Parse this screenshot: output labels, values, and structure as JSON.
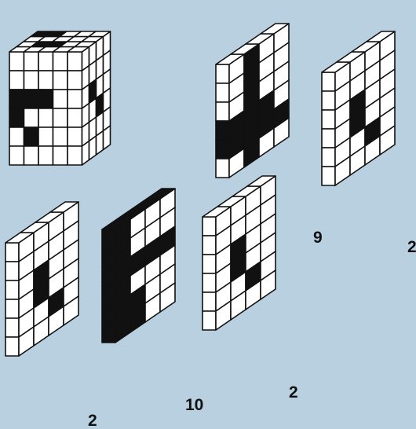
{
  "colors": {
    "background": "#b8d0e0",
    "cube_face": "#ffffff",
    "filled_face": "#111111",
    "edge": "#111111"
  },
  "figures": [
    {
      "name": "large-block",
      "cols": 5,
      "rows": 6,
      "depth": 4,
      "label": "",
      "front_fill": [
        [
          2,
          0
        ],
        [
          2,
          1
        ],
        [
          2,
          2
        ],
        [
          3,
          0
        ],
        [
          4,
          1
        ]
      ],
      "side_fill": [
        [
          2,
          1
        ],
        [
          3,
          2
        ]
      ],
      "top_fill": [
        [
          1,
          1
        ],
        [
          1,
          2
        ],
        [
          3,
          0
        ],
        [
          3,
          1
        ]
      ]
    },
    {
      "name": "slab-cross",
      "cols": 1,
      "rows": 6,
      "depth": 4,
      "label": "9",
      "front_fill": [
        [
          3,
          0
        ],
        [
          4,
          0
        ]
      ],
      "side_fill": [
        [
          0,
          1
        ],
        [
          1,
          1
        ],
        [
          2,
          1
        ],
        [
          3,
          1
        ],
        [
          4,
          1
        ],
        [
          5,
          1
        ],
        [
          3,
          0
        ],
        [
          4,
          0
        ],
        [
          3,
          2
        ],
        [
          4,
          2
        ],
        [
          4,
          3
        ]
      ],
      "top_fill": []
    },
    {
      "name": "slab-top-right",
      "cols": 1,
      "rows": 6,
      "depth": 4,
      "label": "2",
      "front_fill": [],
      "side_fill": [
        [
          2,
          1
        ],
        [
          3,
          1
        ],
        [
          4,
          2
        ]
      ],
      "top_fill": []
    },
    {
      "name": "slab-bottom-left",
      "cols": 1,
      "rows": 6,
      "depth": 4,
      "label": "2",
      "front_fill": [],
      "side_fill": [
        [
          2,
          1
        ],
        [
          3,
          1
        ],
        [
          4,
          2
        ]
      ],
      "top_fill": []
    },
    {
      "name": "slab-cross-tall",
      "cols": 1,
      "rows": 6,
      "depth": 4,
      "label": "10",
      "front_fill": [
        [
          0,
          0
        ],
        [
          1,
          0
        ],
        [
          2,
          0
        ],
        [
          3,
          0
        ],
        [
          4,
          0
        ],
        [
          5,
          0
        ]
      ],
      "side_fill": [
        [
          0,
          0
        ],
        [
          1,
          0
        ],
        [
          2,
          0
        ],
        [
          3,
          0
        ],
        [
          4,
          0
        ],
        [
          5,
          0
        ],
        [
          2,
          1
        ],
        [
          2,
          2
        ],
        [
          2,
          3
        ],
        [
          4,
          1
        ],
        [
          5,
          1
        ]
      ],
      "top_fill": [
        [
          0,
          0
        ],
        [
          1,
          0
        ],
        [
          2,
          0
        ],
        [
          3,
          0
        ]
      ]
    },
    {
      "name": "slab-bottom-right",
      "cols": 1,
      "rows": 6,
      "depth": 4,
      "label": "2",
      "front_fill": [],
      "side_fill": [
        [
          2,
          1
        ],
        [
          3,
          1
        ],
        [
          4,
          2
        ]
      ],
      "top_fill": []
    }
  ]
}
